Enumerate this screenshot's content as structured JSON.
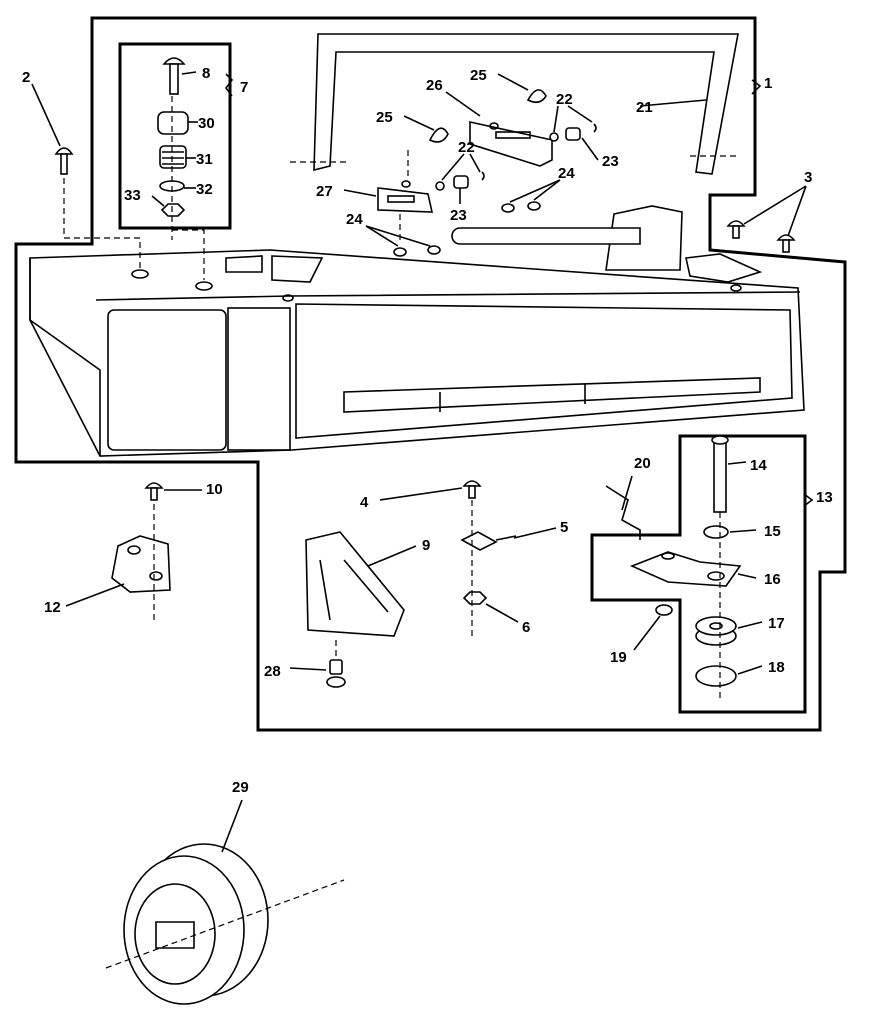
{
  "callouts": {
    "c1": "1",
    "c2": "2",
    "c3": "3",
    "c4": "4",
    "c5": "5",
    "c6": "6",
    "c7": "7",
    "c8": "8",
    "c9": "9",
    "c10": "10",
    "c12": "12",
    "c13": "13",
    "c14": "14",
    "c15": "15",
    "c16": "16",
    "c17": "17",
    "c18": "18",
    "c19": "19",
    "c20": "20",
    "c21": "21",
    "c22a": "22",
    "c22b": "22",
    "c23a": "23",
    "c23b": "23",
    "c24a": "24",
    "c24b": "24",
    "c25a": "25",
    "c25b": "25",
    "c26": "26",
    "c27": "27",
    "c28": "28",
    "c29": "29",
    "c30": "30",
    "c31": "31",
    "c32": "32",
    "c33": "33"
  }
}
